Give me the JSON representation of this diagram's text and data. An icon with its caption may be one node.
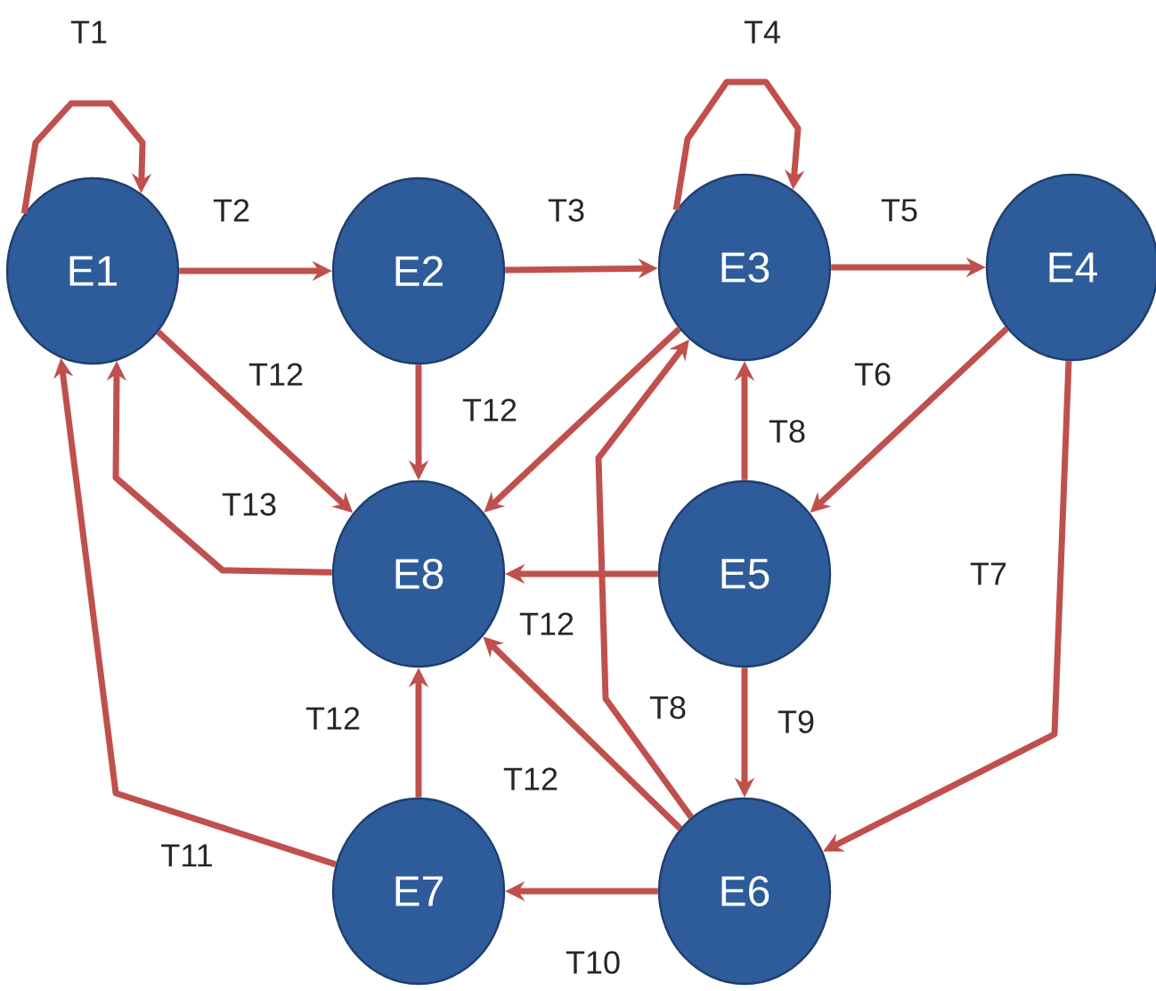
{
  "diagram": {
    "nodes": [
      {
        "text": [
          "E1"
        ]
      },
      {
        "text": [
          "E2"
        ]
      },
      {
        "text": [
          "E3"
        ]
      },
      {
        "text": [
          "E4"
        ]
      },
      {
        "text": [
          "E8"
        ]
      },
      {
        "text": [
          "E5"
        ]
      },
      {
        "text": [
          "E7"
        ]
      },
      {
        "text": [
          "E6"
        ]
      }
    ],
    "edges": [
      {
        "from": 0,
        "to": 0,
        "arrow": "to",
        "label": "T1"
      },
      {
        "from": 0,
        "to": 1,
        "arrow": "to",
        "label": "T2"
      },
      {
        "from": 1,
        "to": 2,
        "arrow": "to",
        "label": "T3"
      },
      {
        "from": 2,
        "to": 2,
        "arrow": "to",
        "label": "T4"
      },
      {
        "from": 2,
        "to": 3,
        "arrow": "to",
        "label": "T5"
      },
      {
        "from": 3,
        "to": 5,
        "arrow": "to",
        "label": "T6"
      },
      {
        "from": 3,
        "to": 7,
        "arrow": "to",
        "label": "T7"
      },
      {
        "from": 5,
        "to": 2,
        "arrow": "to",
        "label": "T8"
      },
      {
        "from": 7,
        "to": 2,
        "arrow": "to",
        "label": "T8"
      },
      {
        "from": 5,
        "to": 7,
        "arrow": "to",
        "label": "T9"
      },
      {
        "from": 7,
        "to": 6,
        "arrow": "to",
        "label": "T10"
      },
      {
        "from": 6,
        "to": 0,
        "arrow": "to",
        "label": "T11"
      },
      {
        "from": 0,
        "to": 4,
        "arrow": "to",
        "label": "T12"
      },
      {
        "from": 1,
        "to": 4,
        "arrow": "to",
        "label": "T12"
      },
      {
        "from": 2,
        "to": 4,
        "arrow": "to"
      },
      {
        "from": 5,
        "to": 4,
        "arrow": "to",
        "label": "T12"
      },
      {
        "from": 7,
        "to": 4,
        "arrow": "to",
        "label": "T12"
      },
      {
        "from": 6,
        "to": 4,
        "arrow": "to",
        "label": "T12"
      },
      {
        "from": 4,
        "to": 0,
        "arrow": "to",
        "label": "T13"
      }
    ]
  }
}
